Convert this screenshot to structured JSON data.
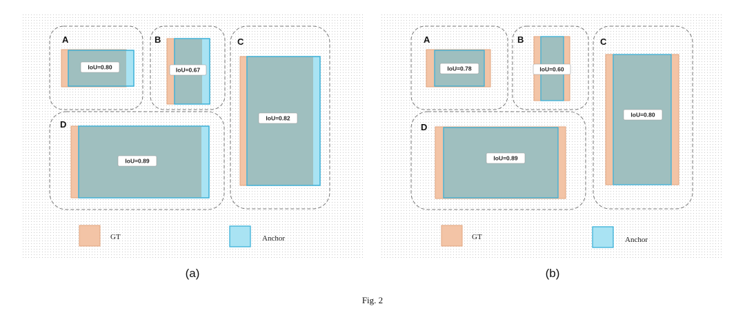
{
  "colors": {
    "gt_fill": "#f3c4a6",
    "gt_stroke": "#e2a47e",
    "anchor_fill": "#a9e3f3",
    "anchor_stroke": "#3bb0d8",
    "overlap_fill": "#9fbfbf",
    "group_border": "#777777",
    "dot": "#c9c9c9"
  },
  "figure_caption": "Fig. 2",
  "panels": [
    {
      "caption": "(a)",
      "legend": {
        "gt_label": "GT",
        "anchor_label": "Anchor"
      },
      "groups": [
        {
          "letter": "A",
          "iou_label": "IoU=0.80"
        },
        {
          "letter": "B",
          "iou_label": "IoU=0.67"
        },
        {
          "letter": "C",
          "iou_label": "IoU=0.82"
        },
        {
          "letter": "D",
          "iou_label": "IoU=0.89"
        }
      ]
    },
    {
      "caption": "(b)",
      "legend": {
        "gt_label": "GT",
        "anchor_label": "Anchor"
      },
      "groups": [
        {
          "letter": "A",
          "iou_label": "IoU=0.78"
        },
        {
          "letter": "B",
          "iou_label": "IoU=0.60"
        },
        {
          "letter": "C",
          "iou_label": "IoU=0.80"
        },
        {
          "letter": "D",
          "iou_label": "IoU=0.89"
        }
      ]
    }
  ]
}
